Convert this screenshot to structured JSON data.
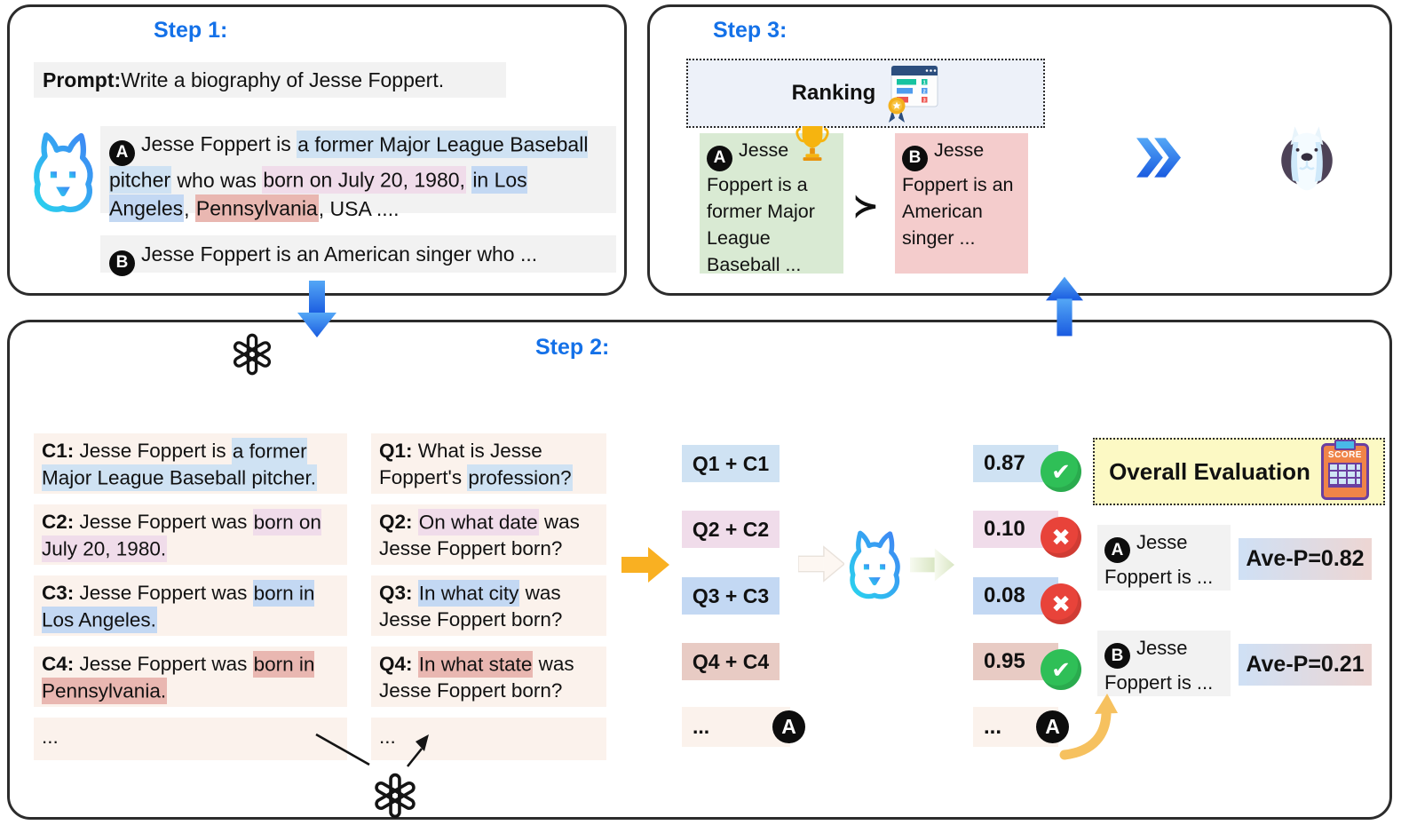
{
  "palette": {
    "title-blue": "#1471e8",
    "panel-border": "#2c2c2c",
    "hl-blue1": "#cfe2f3",
    "hl-blue2": "#c3d8f3",
    "hl-pink1": "#f0dcea",
    "hl-salmon": "#e9b7b1",
    "box-salmon": "#e8cbc4",
    "cream": "#fbf2ec",
    "box-gray": "#f2f2f2",
    "card-green": "#d9ead3",
    "card-pink": "#f4cccc",
    "rank-bg": "#edf1f9",
    "overall-bg": "#fcf9c4",
    "check-green": "#2fbf57",
    "cross-red": "#e8433a",
    "ave-left": "#cfe0f5",
    "ave-right": "#edd6d3",
    "arrow-yellow": "#f9b022",
    "arrow-curve": "#f6c15f",
    "arrow-blue-light": "#54a7f6",
    "arrow-blue-dark": "#1a5be0"
  },
  "glyphs": {
    "check": "✔",
    "cross": "✖",
    "succ": "≻"
  },
  "step1": {
    "title": "Step 1:",
    "prompt": {
      "label": "Prompt:",
      "text": " Write a biography of Jesse Foppert."
    },
    "response_a": {
      "badge": "A",
      "segments": [
        {
          "text": "Jesse Foppert is ",
          "hl": null
        },
        {
          "text": "a former Major League Baseball pitcher",
          "hl": "blue1"
        },
        {
          "text": " who was ",
          "hl": null
        },
        {
          "text": "born on July 20, 1980,",
          "hl": "pink1"
        },
        {
          "text": " ",
          "hl": null
        },
        {
          "text": "in Los Angeles",
          "hl": "blue2"
        },
        {
          "text": ", ",
          "hl": null
        },
        {
          "text": "Pennsylvania",
          "hl": "salmon"
        },
        {
          "text": ", USA ....",
          "hl": null
        }
      ]
    },
    "response_b": {
      "badge": "B",
      "segments": [
        {
          "text": "Jesse Foppert is an American singer who ...",
          "hl": null
        }
      ]
    }
  },
  "step2": {
    "title": "Step 2:",
    "claims": [
      {
        "label": "C1:",
        "segments": [
          {
            "text": " Jesse Foppert is ",
            "hl": null
          },
          {
            "text": "a former Major League Baseball pitcher.",
            "hl": "blue1"
          }
        ]
      },
      {
        "label": "C2:",
        "segments": [
          {
            "text": " Jesse Foppert was ",
            "hl": null
          },
          {
            "text": "born on July 20, 1980.",
            "hl": "pink1"
          }
        ]
      },
      {
        "label": "C3:",
        "segments": [
          {
            "text": " Jesse Foppert was ",
            "hl": null
          },
          {
            "text": "born in Los Angeles.",
            "hl": "blue2"
          }
        ]
      },
      {
        "label": "C4:",
        "segments": [
          {
            "text": " Jesse Foppert was ",
            "hl": null
          },
          {
            "text": "born in Pennsylvania.",
            "hl": "salmon"
          }
        ]
      },
      {
        "label": "",
        "segments": [
          {
            "text": "...",
            "hl": null
          }
        ]
      }
    ],
    "questions": [
      {
        "label": "Q1:",
        "segments": [
          {
            "text": " What is Jesse Foppert's ",
            "hl": null
          },
          {
            "text": "profession?",
            "hl": "blue1"
          }
        ]
      },
      {
        "label": "Q2:",
        "segments": [
          {
            "text": " ",
            "hl": null
          },
          {
            "text": "On what date",
            "hl": "pink1"
          },
          {
            "text": " was Jesse Foppert born?",
            "hl": null
          }
        ]
      },
      {
        "label": "Q3:",
        "segments": [
          {
            "text": " ",
            "hl": null
          },
          {
            "text": "In what city",
            "hl": "blue2"
          },
          {
            "text": " was Jesse Foppert born?",
            "hl": null
          }
        ]
      },
      {
        "label": "Q4:",
        "segments": [
          {
            "text": " ",
            "hl": null
          },
          {
            "text": "In what state",
            "hl": "salmon"
          },
          {
            "text": " was Jesse Foppert born?",
            "hl": null
          }
        ]
      },
      {
        "label": "",
        "segments": [
          {
            "text": "...",
            "hl": null
          }
        ]
      }
    ],
    "qc_pairs": [
      {
        "label": "Q1 + C1"
      },
      {
        "label": "Q2 + C2"
      },
      {
        "label": "Q3 + C3"
      },
      {
        "label": "Q4 + C4"
      },
      {
        "label": "...",
        "badge": "A"
      }
    ],
    "scores": [
      {
        "value": "0.87"
      },
      {
        "value": "0.10"
      },
      {
        "value": "0.08"
      },
      {
        "value": "0.95"
      },
      {
        "value": "...",
        "badge": "A"
      }
    ],
    "overall": {
      "title": "Overall Evaluation",
      "icon_label": "SCORE"
    },
    "result_a": {
      "badge": "A",
      "text": "Jesse Foppert is ...",
      "ave": "Ave-P=0.82"
    },
    "result_b": {
      "badge": "B",
      "text": "Jesse Foppert is ...",
      "ave": "Ave-P=0.21"
    }
  },
  "step3": {
    "title": "Step 3:",
    "ranking_label": "Ranking",
    "rank_icon_numbers": [
      "1",
      "2",
      "3"
    ],
    "card_a": {
      "badge": "A",
      "text": "Jesse Foppert is a former Major League Baseball ..."
    },
    "card_b": {
      "badge": "B",
      "text": "Jesse Foppert is an American singer ..."
    }
  }
}
